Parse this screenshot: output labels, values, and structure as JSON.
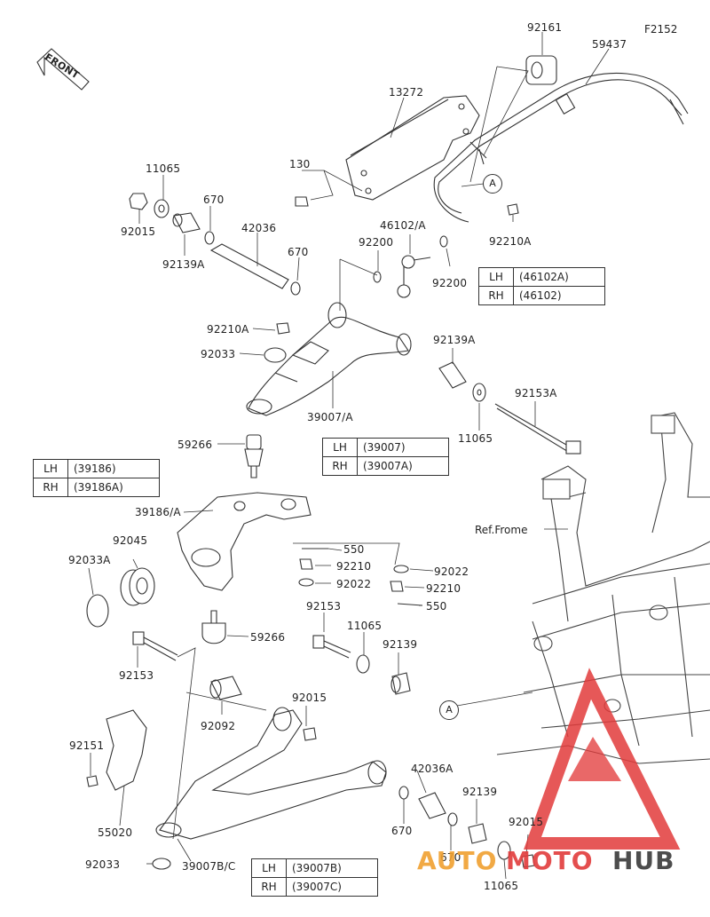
{
  "figure_code": "F2152",
  "front_label": "FRONT",
  "ref_frame": "Ref.Frome",
  "callout_a": "A",
  "labels": {
    "p92161": "92161",
    "p59437": "59437",
    "p13272": "13272",
    "p130": "130",
    "p11065_top": "11065",
    "p670_a": "670",
    "p92015_top": "92015",
    "p92139A_left": "92139A",
    "p42036": "42036",
    "p670_b": "670",
    "p46102A": "46102/A",
    "p92210A_right": "92210A",
    "p92200_a": "92200",
    "p92200_b": "92200",
    "p92210A_left": "92210A",
    "p92033": "92033",
    "p92139A_right": "92139A",
    "p92153A": "92153A",
    "p11065_mid": "11065",
    "p39007A": "39007/A",
    "p59266_top": "59266",
    "p39186A": "39186/A",
    "p550_a": "550",
    "p92210_a": "92210",
    "p92022_a": "92022",
    "p92022_b": "92022",
    "p92210_b": "92210",
    "p550_b": "550",
    "p92045": "92045",
    "p92033A": "92033A",
    "p92153_mid": "92153",
    "p11065_low": "11065",
    "p92139": "92139",
    "p59266_low": "59266",
    "p92153_left": "92153",
    "p92092": "92092",
    "p92015_mid": "92015",
    "p92151": "92151",
    "p55020": "55020",
    "p42036A": "42036A",
    "p92139_low": "92139",
    "p670_c": "670",
    "p670_d": "670",
    "p92015_low": "92015",
    "p92033_low": "92033",
    "p39007BC": "39007B/C",
    "p11065_bottom": "11065"
  },
  "tables": {
    "t46102": [
      [
        "LH",
        "(46102A)"
      ],
      [
        "RH",
        "(46102)"
      ]
    ],
    "t39007": [
      [
        "LH",
        "(39007)"
      ],
      [
        "RH",
        "(39007A)"
      ]
    ],
    "t39186": [
      [
        "LH",
        "(39186)"
      ],
      [
        "RH",
        "(39186A)"
      ]
    ],
    "t39007B": [
      [
        "LH",
        "(39007B)"
      ],
      [
        "RH",
        "(39007C)"
      ]
    ]
  },
  "watermark": {
    "part1": "AUTO",
    "part2": "MOTO",
    "part3": "HUB"
  },
  "colors": {
    "line": "#333333",
    "watermark_red": "#e23b3b",
    "watermark_orange": "#f0a030",
    "watermark_dark": "#3a3a3a"
  }
}
